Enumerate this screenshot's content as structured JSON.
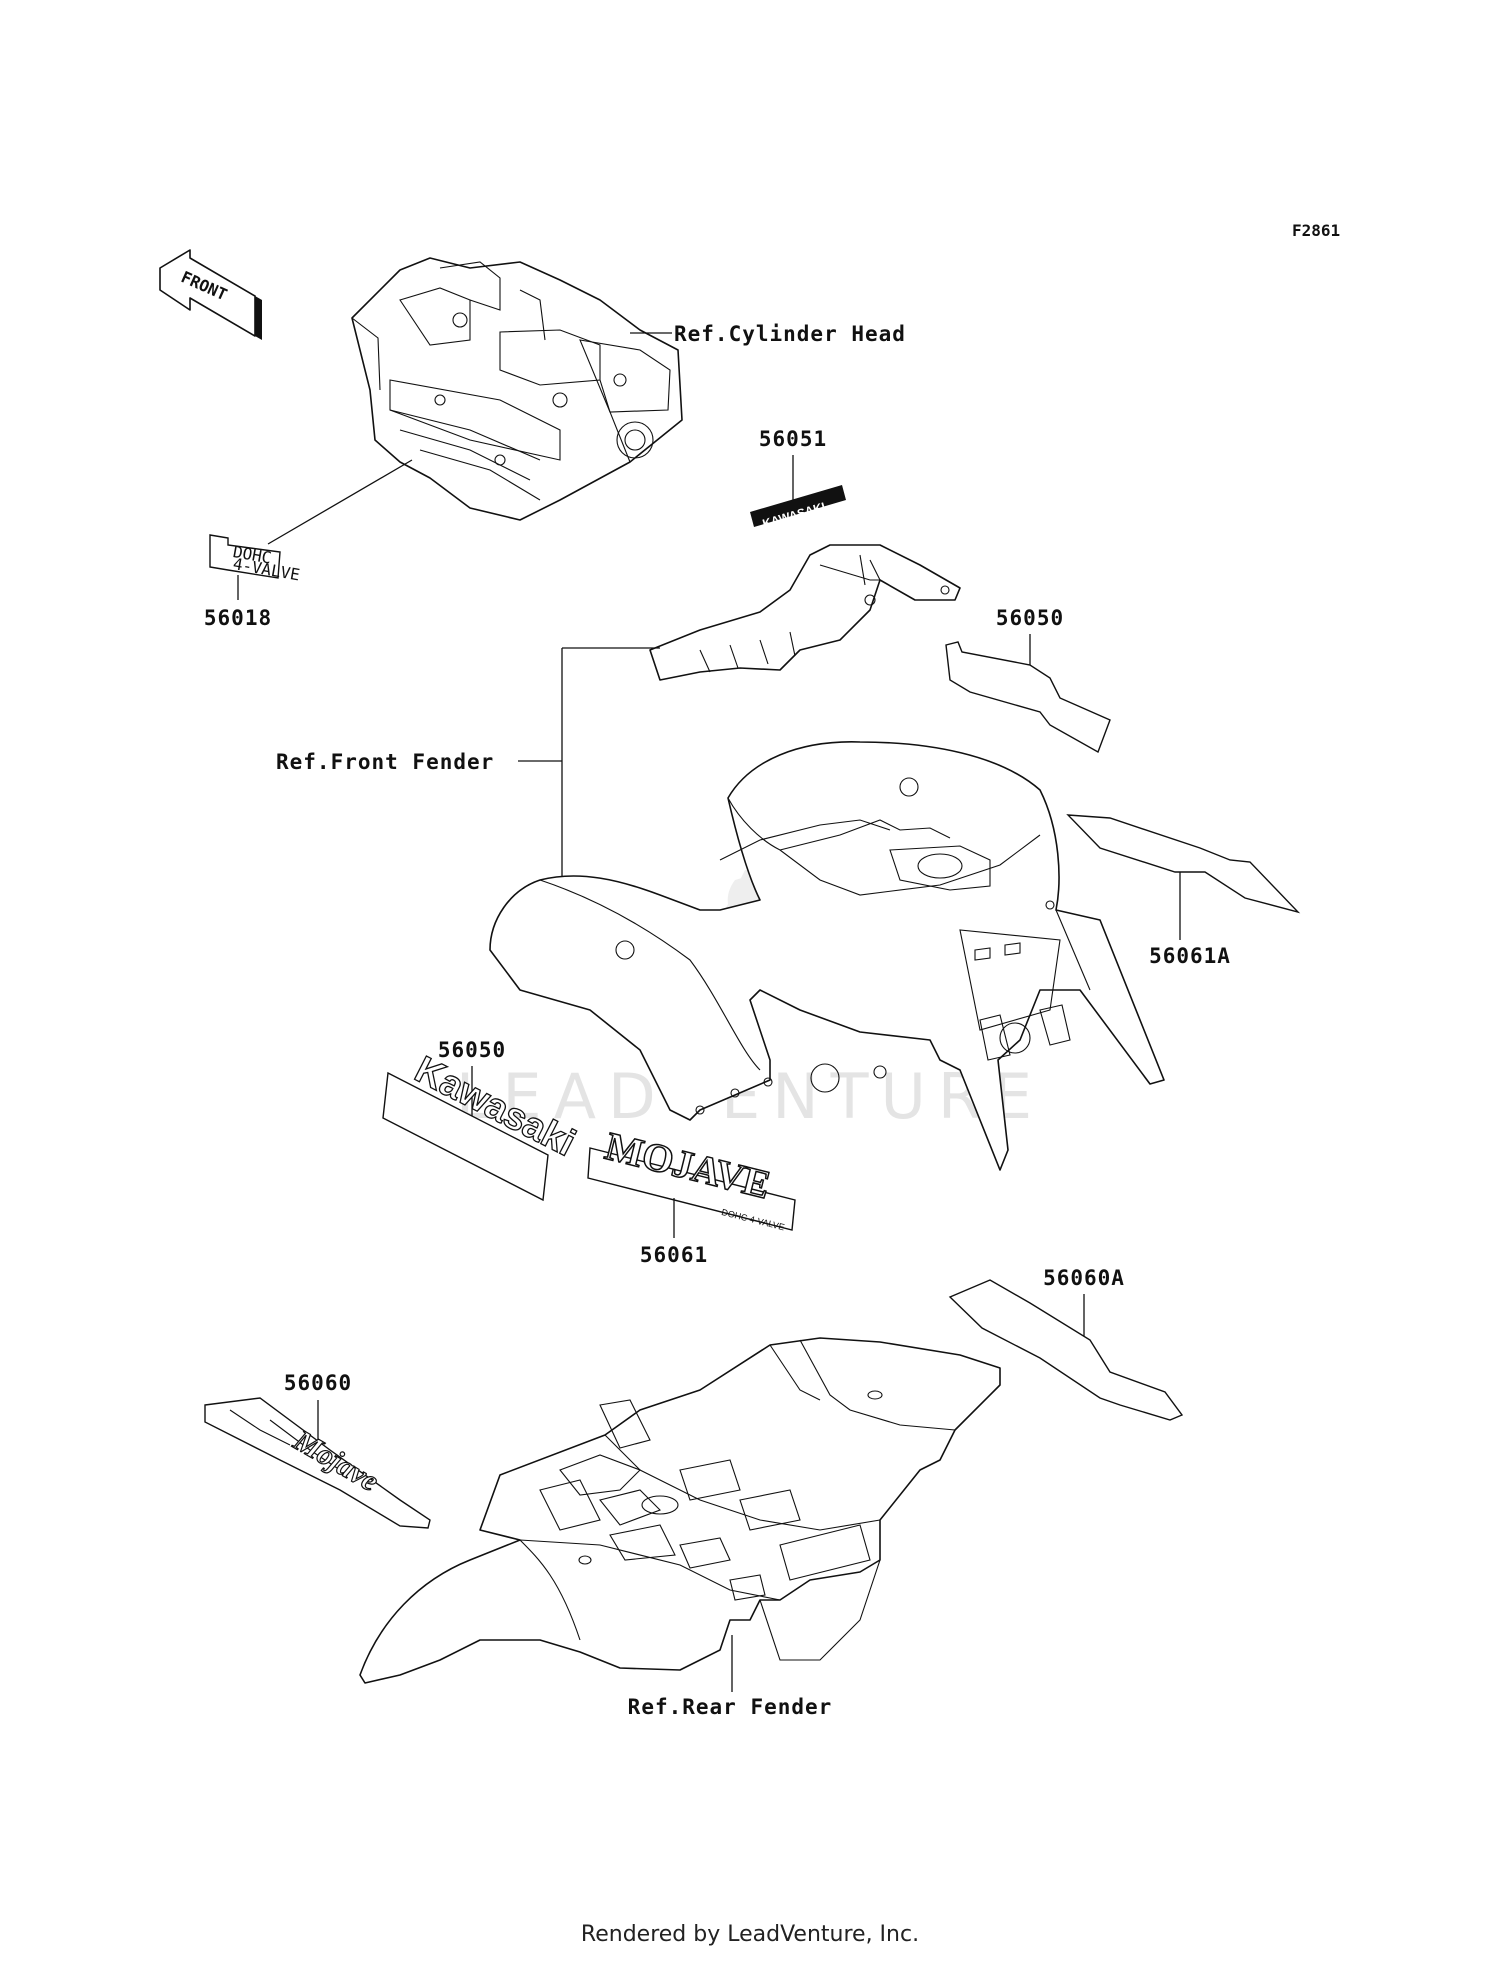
{
  "figure_code": "F2861",
  "front_arrow_text": "FRONT",
  "labels": {
    "ref_cylinder_head": "Ref.Cylinder Head",
    "ref_front_fender": "Ref.Front Fender",
    "ref_rear_fender": "Ref.Rear Fender"
  },
  "part_numbers": {
    "p56051": "56051",
    "p56018": "56018",
    "p56050_top": "56050",
    "p56061A": "56061A",
    "p56050_kawasaki": "56050",
    "p56061": "56061",
    "p56060A": "56060A",
    "p56060": "56060"
  },
  "decals": {
    "ddohc_line1": "DOHC",
    "ddohc_line2": "4-VALVE",
    "kawasaki_small": "KAWASAKI",
    "kawasaki": "Kawasaki",
    "mojave": "MOJAVE",
    "mojave_sub": "DOHC 4-VALVE",
    "mojave_script": "Mojave"
  },
  "watermark": "LEADVENTURE",
  "footer": "Rendered by LeadVenture, Inc."
}
